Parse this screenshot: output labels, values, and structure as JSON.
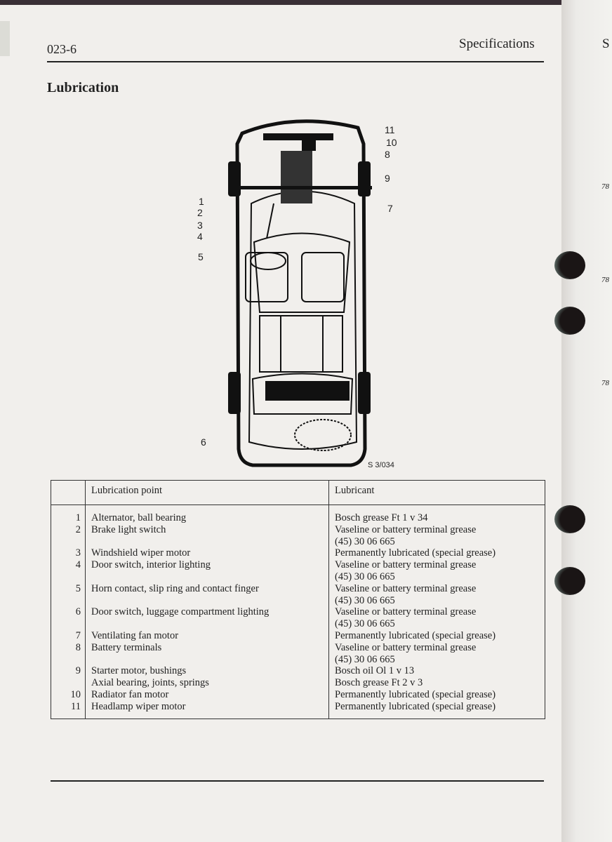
{
  "header": {
    "page_number": "023-6",
    "section": "Specifications",
    "right_page_fragment": "S",
    "right_page_margin": [
      "78",
      "78",
      "78"
    ]
  },
  "title": "Lubrication",
  "figure": {
    "id": "S 3/034",
    "callouts": [
      "1",
      "2",
      "3",
      "4",
      "5",
      "6",
      "7",
      "8",
      "9",
      "10",
      "11"
    ]
  },
  "table": {
    "headers": [
      "",
      "Lubrication point",
      "Lubricant"
    ],
    "rows": [
      {
        "nums": [
          "1"
        ],
        "points": [
          "Alternator, ball bearing"
        ],
        "lubricant": [
          "Bosch grease Ft 1 v 34"
        ]
      },
      {
        "nums": [
          "2"
        ],
        "points": [
          "Brake light switch"
        ],
        "lubricant": [
          "Vaseline or battery terminal grease",
          "(45) 30 06 665"
        ]
      },
      {
        "nums": [
          "3"
        ],
        "points": [
          "Windshield wiper motor"
        ],
        "lubricant": [
          "Permanently lubricated (special grease)"
        ]
      },
      {
        "nums": [
          "4"
        ],
        "points": [
          "Door switch, interior lighting"
        ],
        "lubricant": [
          "Vaseline or battery terminal grease",
          "(45) 30 06 665"
        ]
      },
      {
        "nums": [
          "5"
        ],
        "points": [
          "Horn contact, slip ring and contact finger"
        ],
        "lubricant": [
          "Vaseline or battery terminal grease",
          "(45) 30 06 665"
        ]
      },
      {
        "nums": [
          "6"
        ],
        "points": [
          "Door switch, luggage compartment lighting"
        ],
        "lubricant": [
          "Vaseline or battery terminal grease",
          "(45) 30 06 665"
        ]
      },
      {
        "nums": [
          "7"
        ],
        "points": [
          "Ventilating fan motor"
        ],
        "lubricant": [
          "Permanently lubricated (special grease)"
        ]
      },
      {
        "nums": [
          "8"
        ],
        "points": [
          "Battery terminals"
        ],
        "lubricant": [
          "Vaseline or battery terminal grease",
          "(45) 30 06 665"
        ]
      },
      {
        "nums": [
          "9",
          ""
        ],
        "points": [
          "Starter motor, bushings",
          "Axial bearing, joints, springs"
        ],
        "lubricant": [
          "Bosch oil Ol 1 v 13",
          "Bosch grease Ft 2 v 3"
        ]
      },
      {
        "nums": [
          "10"
        ],
        "points": [
          "Radiator fan motor"
        ],
        "lubricant": [
          "Permanently lubricated (special grease)"
        ]
      },
      {
        "nums": [
          "11"
        ],
        "points": [
          "Headlamp wiper motor"
        ],
        "lubricant": [
          "Permanently lubricated (special grease)"
        ]
      }
    ]
  }
}
